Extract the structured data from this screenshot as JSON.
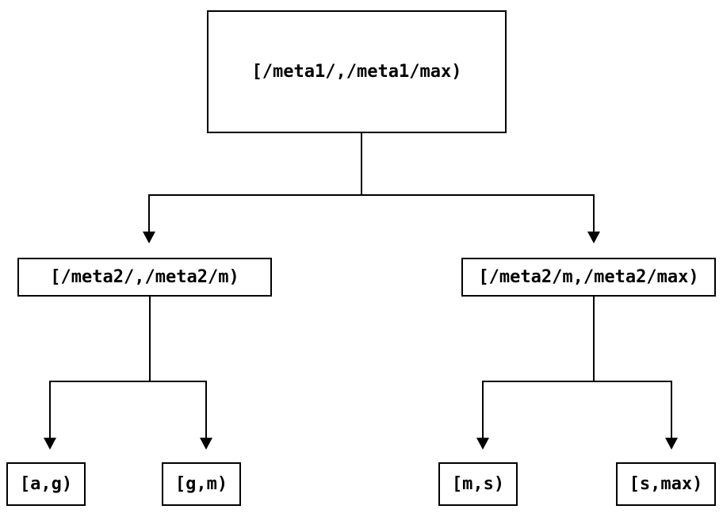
{
  "diagram": {
    "kind": "interval-partition-tree",
    "background_color": "#ffffff",
    "line_color": "#000000",
    "box_border_color": "#000000",
    "box_fill_color": "#ffffff",
    "text_color": "#000000"
  },
  "tree": {
    "root": {
      "label": "[/meta1/,/meta1/max)"
    },
    "level2": [
      {
        "label": "[/meta2/,/meta2/m)"
      },
      {
        "label": "[/meta2/m,/meta2/max)"
      }
    ],
    "leaves": [
      {
        "label": "[a,g)"
      },
      {
        "label": "[g,m)"
      },
      {
        "label": "[m,s)"
      },
      {
        "label": "[s,max)"
      }
    ]
  }
}
